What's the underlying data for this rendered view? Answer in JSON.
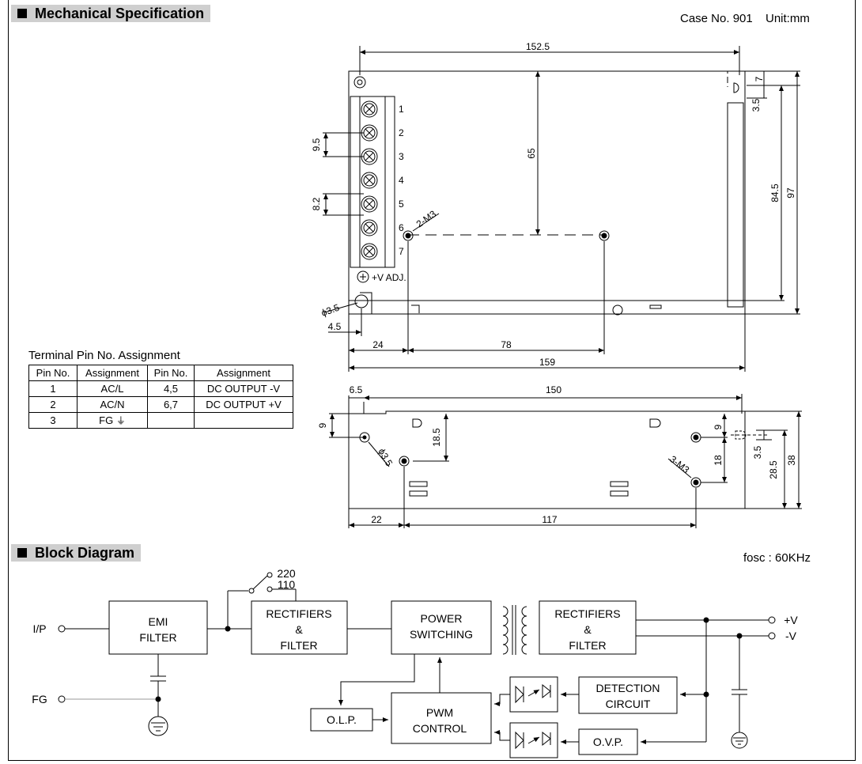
{
  "mech": {
    "title": "Mechanical Specification",
    "case_no": "Case No. 901",
    "unit": "Unit:mm",
    "dims": {
      "d152_5": "152.5",
      "d7": "7",
      "d3_5a": "3.5",
      "d65": "65",
      "d84_5": "84.5",
      "d97": "97",
      "d9_5": "9.5",
      "d8_2": "8.2",
      "m3_2": "2-M3",
      "vadj": "+V ADJ.",
      "phi35a": "ϕ3.5",
      "d4_5": "4.5",
      "d24": "24",
      "d78": "78",
      "d159": "159",
      "d6_5": "6.5",
      "d150": "150",
      "d9a": "9",
      "d18_5": "18.5",
      "phi35b": "ϕ3.5",
      "d9b": "9",
      "d18": "18",
      "m3_3": "3-M3",
      "d3_5b": "3.5",
      "d28_5": "28.5",
      "d38": "38",
      "d22": "22",
      "d117": "117"
    },
    "pins": [
      "1",
      "2",
      "3",
      "4",
      "5",
      "6",
      "7"
    ]
  },
  "terminal": {
    "title": "Terminal Pin No.  Assignment",
    "headers": [
      "Pin No.",
      "Assignment",
      "Pin No.",
      "Assignment"
    ],
    "rows": [
      [
        "1",
        "AC/L",
        "4,5",
        "DC OUTPUT -V"
      ],
      [
        "2",
        "AC/N",
        "6,7",
        "DC OUTPUT +V"
      ],
      [
        "3",
        "FG",
        "",
        ""
      ]
    ]
  },
  "block": {
    "title": "Block Diagram",
    "fosc": "fosc : 60KHz",
    "ip": "I/P",
    "fg": "FG",
    "emi1": "EMI",
    "emi2": "FILTER",
    "sw220": "220",
    "sw110": "110",
    "rect1_1": "RECTIFIERS",
    "rect1_2": "&",
    "rect1_3": "FILTER",
    "power1": "POWER",
    "power2": "SWITCHING",
    "rect2_1": "RECTIFIERS",
    "rect2_2": "&",
    "rect2_3": "FILTER",
    "vplus": "+V",
    "vminus": "-V",
    "det1": "DETECTION",
    "det2": "CIRCUIT",
    "pwm1": "PWM",
    "pwm2": "CONTROL",
    "olp": "O.L.P.",
    "ovp": "O.V.P."
  }
}
